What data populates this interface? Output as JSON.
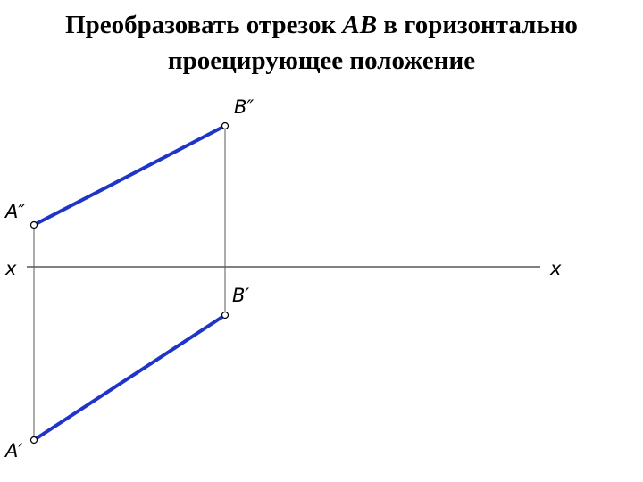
{
  "title": {
    "before": "Преобразовать отрезок ",
    "segment": "AB",
    "after": " в горизонтально",
    "line2": "проецирующее положение"
  },
  "labels": {
    "b2": "B″",
    "a2": "A″",
    "x_left": "x",
    "x_right": "x",
    "b1": "B′",
    "a1": "A′"
  },
  "colors": {
    "segment": "#1f35c8",
    "construction": "#5a5a5a",
    "axis": "#000000"
  }
}
